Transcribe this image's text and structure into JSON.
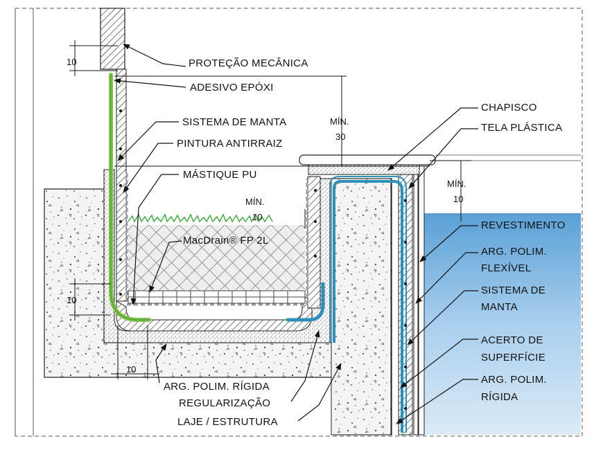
{
  "labels": {
    "protecao_mecanica": "PROTEÇÃO MECÂNICA",
    "adesivo_epoxi": "ADESIVO EPÓXI",
    "sistema_de_manta": "SISTEMA DE MANTA",
    "pintura_antirraiz": "PINTURA ANTIRRAIZ",
    "mastique_pu": "MÁSTIQUE PU",
    "macdrain": "MacDrain® FP 2L",
    "arg_polim_rigida_bottom": "ARG. POLIM. RÍGIDA",
    "regularizacao": "REGULARIZAÇÃO",
    "laje_estrutura": "LAJE / ESTRUTURA",
    "chapisco": "CHAPISCO",
    "tela_plastica": "TELA PLÁSTICA",
    "revestimento": "REVESTIMENTO",
    "arg_polim_flexivel_1": "ARG. POLIM.",
    "arg_polim_flexivel_2": "FLEXÍVEL",
    "sistema_de_manta_r1": "SISTEMA DE",
    "sistema_de_manta_r2": "MANTA",
    "acerto_1": "ACERTO DE",
    "acerto_2": "SUPERFÍCIE",
    "arg_rigida_r1": "ARG. POLIM.",
    "arg_rigida_r2": "RÍGIDA"
  },
  "dimensions": {
    "top_left_10": "10",
    "min_30_a": "MÍN.",
    "min_30_b": "30",
    "min_10_center_a": "MÍN.",
    "min_10_center_b": "10",
    "min_10_right_a": "MÍN.",
    "min_10_right_b": "10",
    "left_10": "10",
    "bottom_10": "10"
  },
  "colors": {
    "membrane_green": "#7dc24a",
    "membrane_blue": "#2f8fb8",
    "water": "#b9d9ee",
    "grass": "#3aa53a",
    "line": "#111111"
  }
}
